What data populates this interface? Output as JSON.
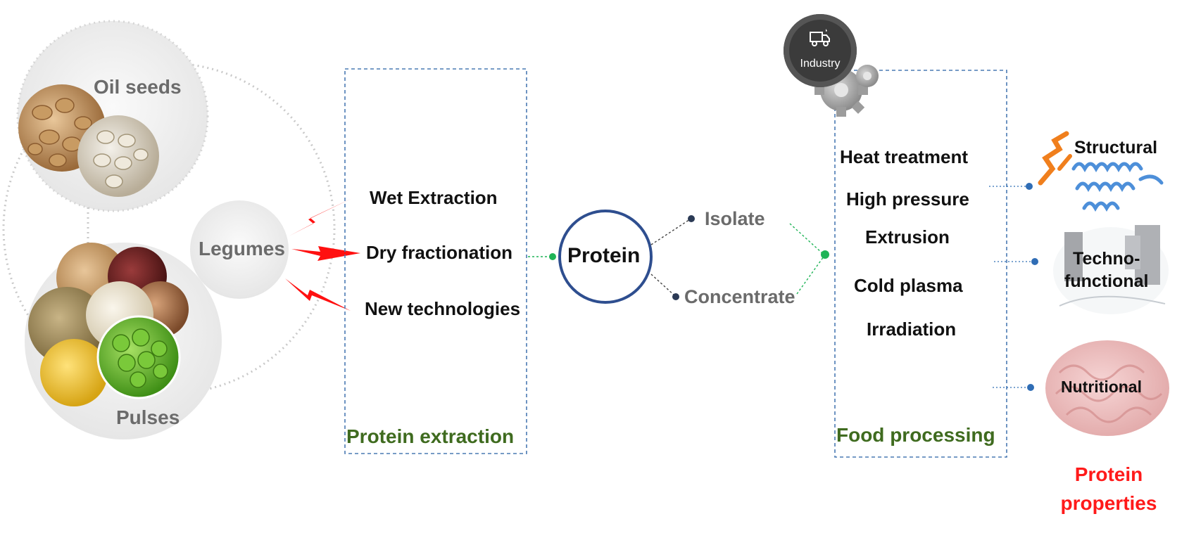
{
  "sources": {
    "oil_seeds": "Oil seeds",
    "legumes": "Legumes",
    "pulses": "Pulses"
  },
  "extraction": {
    "methods": [
      "Wet Extraction",
      "Dry fractionation",
      "New technologies"
    ],
    "box_title": "Protein extraction"
  },
  "center": {
    "protein": "Protein",
    "products": [
      "Isolate",
      "Concentrate"
    ]
  },
  "processing": {
    "badge": "Industry",
    "methods": [
      "Heat treatment",
      "High pressure",
      "Extrusion",
      "Cold plasma",
      "Irradiation"
    ],
    "box_title": "Food processing"
  },
  "properties": {
    "items": [
      "Structural",
      "Techno-\nfunctional",
      "Nutritional"
    ],
    "title_line1": "Protein",
    "title_line2": "properties"
  },
  "colors": {
    "box_border": "#4a7ab3",
    "protein_ring": "#2e4e8f",
    "arrow_red": "#ff1010",
    "green_dot": "#1fb457",
    "blue_dot": "#2f6db5",
    "green_text": "#3f6b1f",
    "red_text": "#ff1a1a"
  }
}
